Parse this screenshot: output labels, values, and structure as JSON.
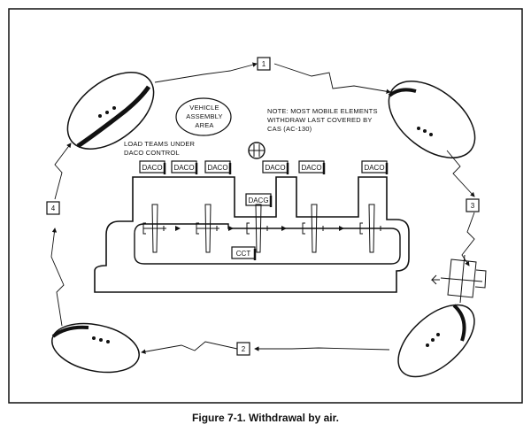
{
  "figure": {
    "caption": "Figure 7-1. Withdrawal by air.",
    "vehicle_area": [
      "VEHICLE",
      "ASSEMBLY",
      "AREA"
    ],
    "note": [
      "NOTE: MOST MOBILE ELEMENTS",
      "WITHDRAW LAST COVERED BY",
      "CAS (AC-130)"
    ],
    "load_teams": [
      "LOAD TEAMS UNDER",
      "DACO CONTROL"
    ],
    "daco_label": "DACO",
    "dacg_label": "DACG",
    "cct_label": "CCT",
    "points": [
      "1",
      "2",
      "3",
      "4"
    ]
  }
}
